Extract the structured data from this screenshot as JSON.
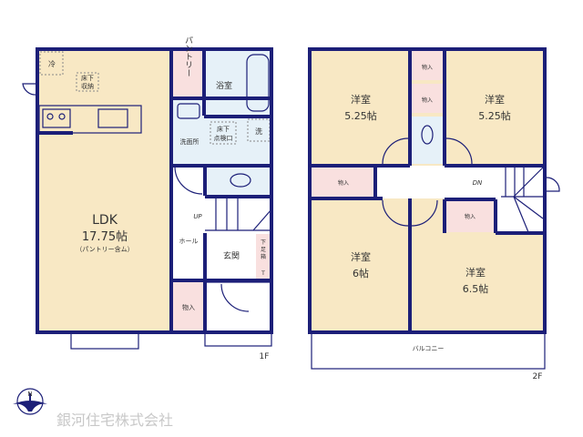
{
  "colors": {
    "wall": "#1c1f78",
    "floor": "#f8e8c4",
    "storage": "#f9e0df",
    "wet": "#e6f1f8",
    "corridor": "#ffffff",
    "logo_text": "#c8c8c8"
  },
  "floor1": {
    "label": "1F",
    "ldk": {
      "name": "LDK",
      "size": "17.75帖",
      "note": "（パントリー含ム）"
    },
    "fridge": "冷",
    "underfloor_storage": [
      "床下",
      "収納"
    ],
    "pantry": "パントリー",
    "bath": "浴室",
    "washroom": "洗面所",
    "inspection": [
      "床下",
      "点検口"
    ],
    "washer": "洗",
    "hall": "ホール",
    "up": "UP",
    "entrance": "玄関",
    "shoe_box": [
      "下",
      "足",
      "箱"
    ],
    "t": "T",
    "closet": "物入"
  },
  "floor2": {
    "label": "2F",
    "room_tl": {
      "name": "洋室",
      "size": "5.25帖"
    },
    "room_tr": {
      "name": "洋室",
      "size": "5.25帖"
    },
    "room_bl": {
      "name": "洋室",
      "size": "6帖"
    },
    "room_br": {
      "name": "洋室",
      "size": "6.5帖"
    },
    "closet": "物入",
    "down": "DN",
    "balcony": "バルコニー"
  },
  "logo": {
    "compass": "N",
    "company": "銀河住宅株式会社"
  }
}
